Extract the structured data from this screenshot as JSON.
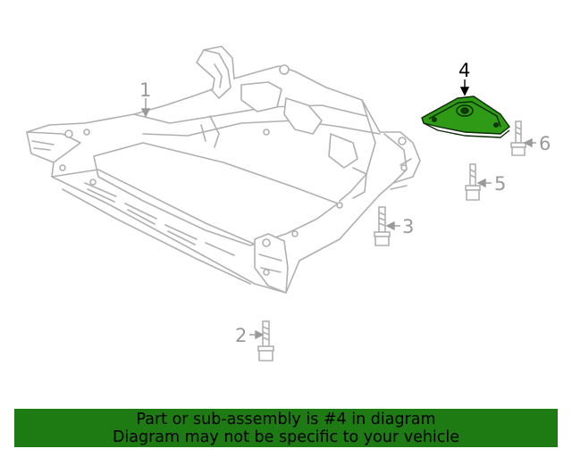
{
  "colors": {
    "highlight_part": "#2e9a16",
    "banner_background": "#1e7a12",
    "line_art": "#b0b0b0",
    "callout_text": "#9a9a9a",
    "highlight_callout": "#000000"
  },
  "parts": [
    {
      "number": "1",
      "highlighted": false
    },
    {
      "number": "2",
      "highlighted": false
    },
    {
      "number": "3",
      "highlighted": false
    },
    {
      "number": "4",
      "highlighted": true
    },
    {
      "number": "5",
      "highlighted": false
    },
    {
      "number": "6",
      "highlighted": false
    }
  ],
  "banner": {
    "line1": "Part or sub-assembly is #4 in diagram",
    "line2": "Diagram may not be specific to your vehicle"
  }
}
